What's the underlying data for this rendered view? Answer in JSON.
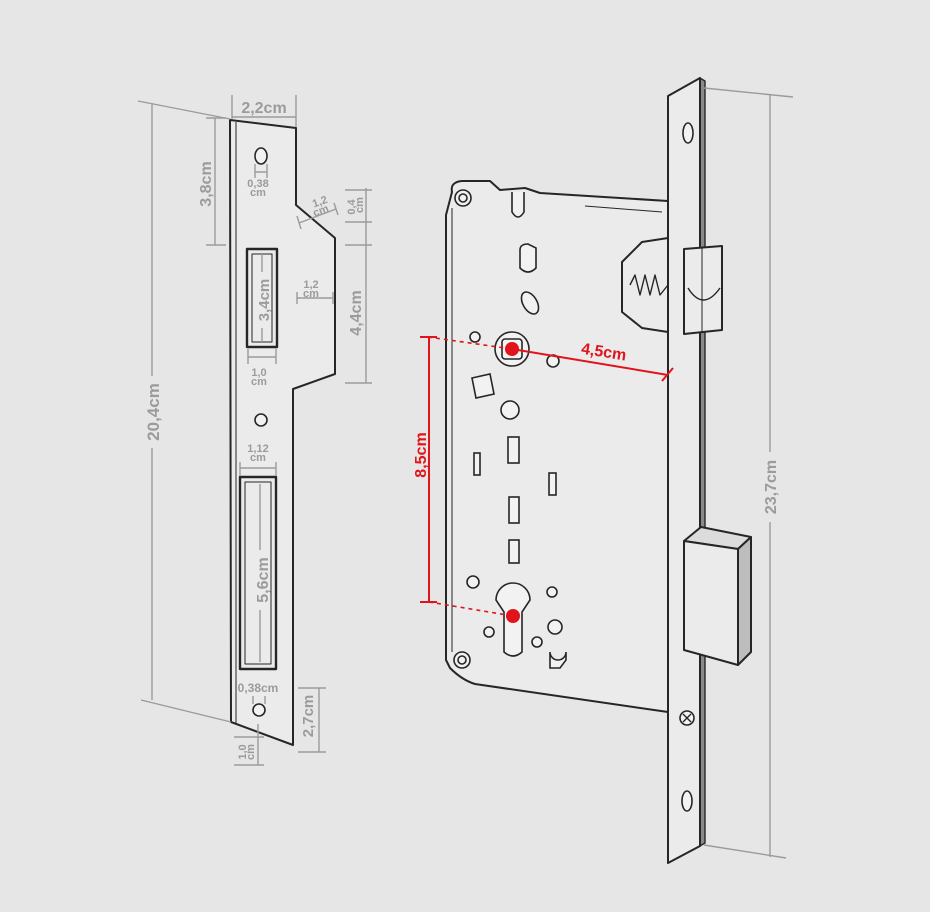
{
  "strike_plate": {
    "width": "2,2cm",
    "top_gap": "3,8cm",
    "top_hole": {
      "value": "0,38",
      "unit": "cm"
    },
    "upper_step": {
      "value": "1,2",
      "unit": "cm"
    },
    "upper_thickness": {
      "value": "0,4",
      "unit": "cm"
    },
    "latch_slot_height": "3,4cm",
    "latch_slot_offset": {
      "value": "1,2",
      "unit": "cm"
    },
    "tongue_height": "4,4cm",
    "latch_slot_width": {
      "value": "1,0",
      "unit": "cm"
    },
    "total_height": "20,4cm",
    "bolt_slot_width": {
      "value": "1,12",
      "unit": "cm"
    },
    "bolt_slot_height": "5,6cm",
    "bottom_hole": "0,38cm",
    "bottom_gap": "2,7cm",
    "bottom_margin": {
      "value": "1,0",
      "unit": "cm"
    }
  },
  "lock": {
    "backset": "4,5cm",
    "centre_distance": "8,5cm",
    "faceplate_height": "23,7cm"
  },
  "colors": {
    "background": "#e6e6e6",
    "line": "#262626",
    "dimension": "#9b9b9b",
    "accent": "#e1141c"
  }
}
